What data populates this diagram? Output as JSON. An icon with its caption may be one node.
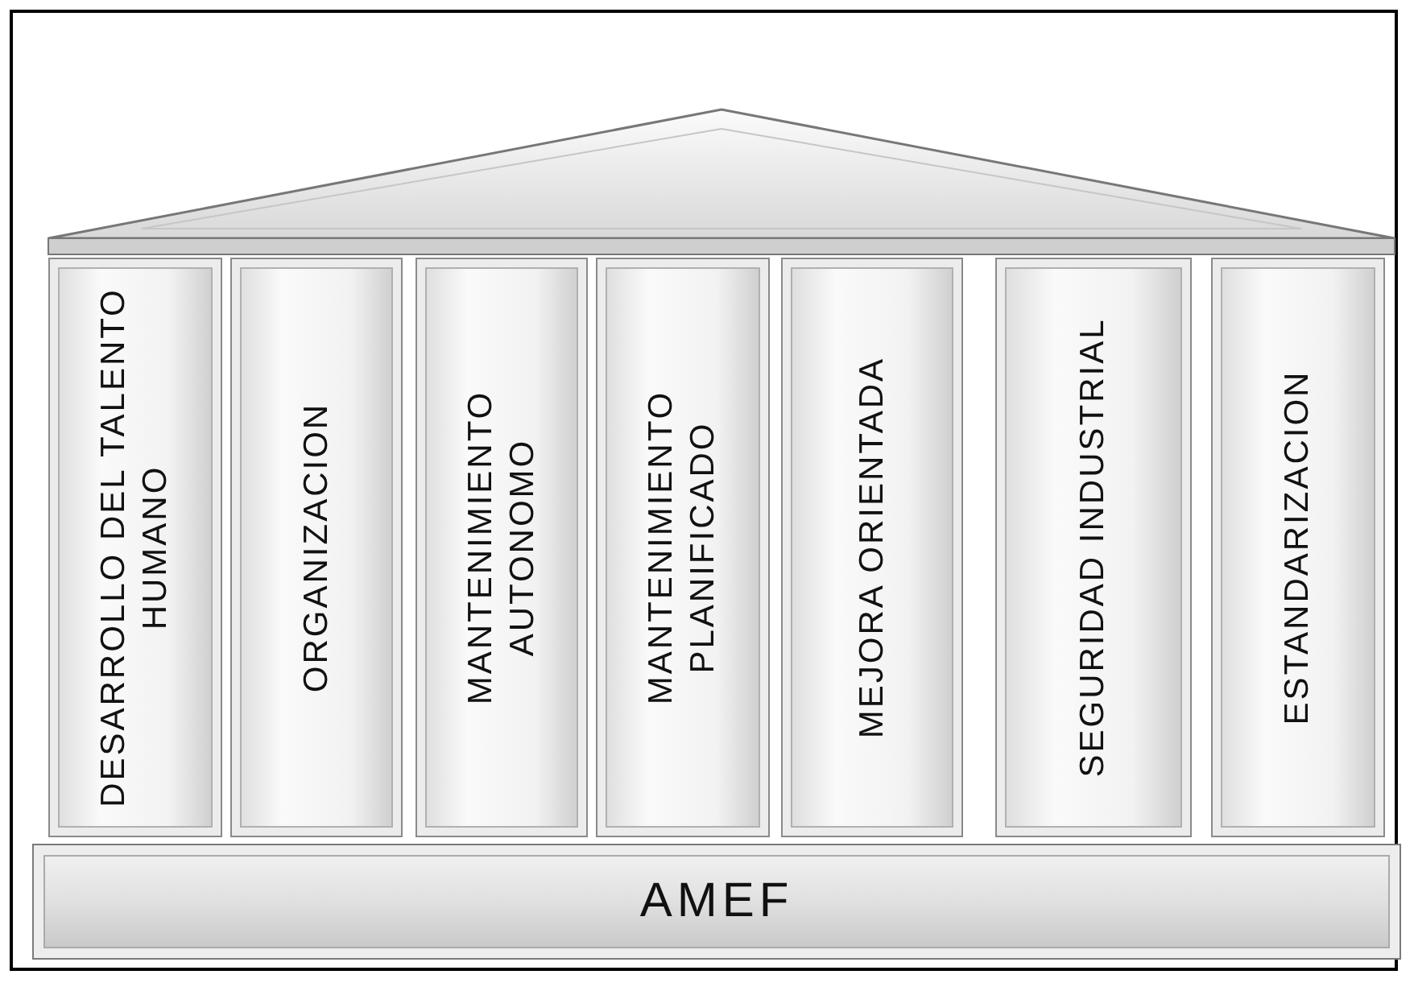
{
  "diagram": {
    "nodes": [
      {
        "text": [],
        "shape": "triangle"
      },
      {
        "text": [
          "DESARROLLO DEL TALENTO HUMANO"
        ]
      },
      {
        "text": [
          "ORGANIZACION"
        ]
      },
      {
        "text": [
          "MANTENIMIENTO AUTONOMO"
        ]
      },
      {
        "text": [
          "MANTENIMIENTO PLANIFICADO"
        ]
      },
      {
        "text": [
          "MEJORA ORIENTADA"
        ]
      },
      {
        "text": [
          "SEGURIDAD INDUSTRIAL"
        ]
      },
      {
        "text": [
          "ESTANDARIZACION"
        ]
      },
      {
        "text": [
          "AMEF"
        ]
      }
    ]
  }
}
